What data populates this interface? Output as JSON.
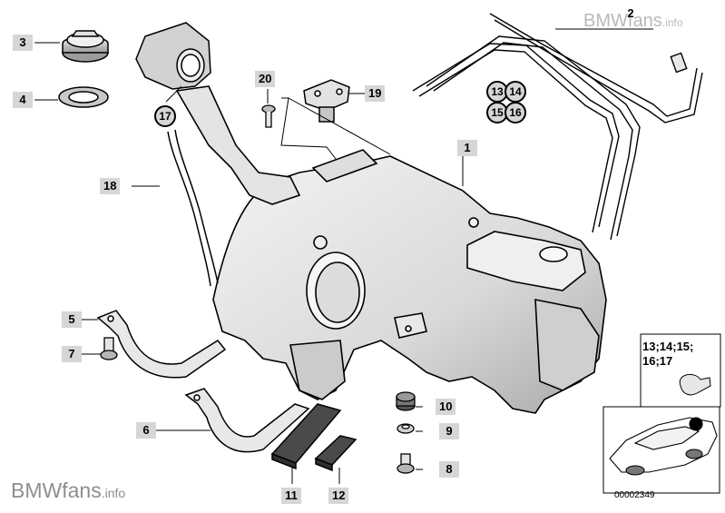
{
  "watermarks": {
    "top_brand": "BMW",
    "top_site": "fans",
    "top_tld": ".info",
    "bottom_brand": "BMW",
    "bottom_site": "fans",
    "bottom_tld": ".info"
  },
  "callouts": {
    "c1": "1",
    "c2": "2",
    "c3": "3",
    "c4": "4",
    "c5": "5",
    "c6": "6",
    "c7": "7",
    "c8": "8",
    "c9": "9",
    "c10": "10",
    "c11": "11",
    "c12": "12",
    "c13": "13",
    "c14": "14",
    "c15": "15",
    "c16": "16",
    "c17": "17",
    "c18": "18",
    "c19": "19",
    "c20": "20"
  },
  "kit_inset": {
    "label_line1": "13;14;15;",
    "label_line2": "16;17"
  },
  "diagram_number": "00002349",
  "colors": {
    "callout_bg": "#d6d6d6",
    "line": "#000000",
    "part_fill": "#ececec",
    "part_shade": "#9a9a9a",
    "highlight_dot": "#000000"
  }
}
